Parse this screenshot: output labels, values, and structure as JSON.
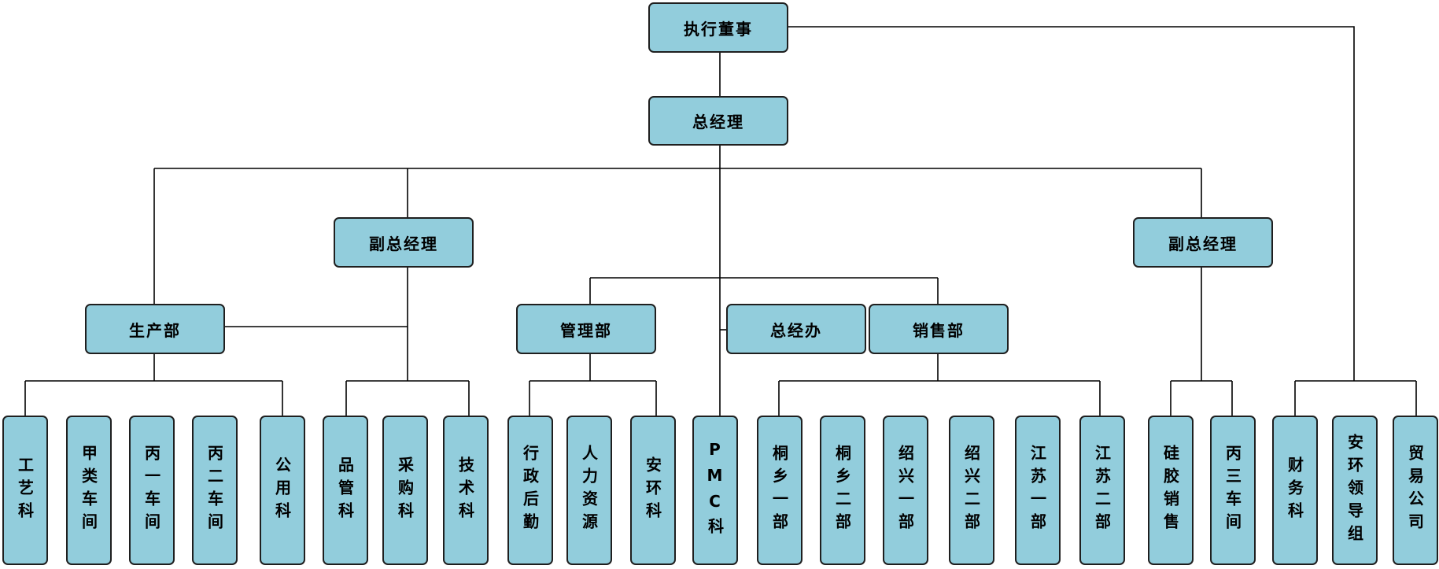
{
  "nodes": {
    "exec_director": "执行董事",
    "general_manager": "总经理",
    "deputy_gm_left": "副总经理",
    "deputy_gm_right": "副总经理",
    "production_dept": "生产部",
    "management_dept": "管理部",
    "gm_office": "总经办",
    "sales_dept": "销售部",
    "process_section": "工艺科",
    "workshop_a": "甲类车间",
    "workshop_c1": "丙一车间",
    "workshop_c2": "丙二车间",
    "utilities_section": "公用科",
    "quality_section": "品管科",
    "purchasing_section": "采购科",
    "technical_section": "技术科",
    "admin_logistics": "行政后勤",
    "human_resources": "人力资源",
    "safety_env": "安环科",
    "pmc_section": "PMC科",
    "tongxiang_1": "桐乡一部",
    "tongxiang_2": "桐乡二部",
    "shaoxing_1": "绍兴一部",
    "shaoxing_2": "绍兴二部",
    "jiangsu_1": "江苏一部",
    "jiangsu_2": "江苏二部",
    "silica_sales": "硅胶销售",
    "workshop_c3": "丙三车间",
    "finance_section": "财务科",
    "safety_env_leadership": "安环领导组",
    "trading_company": "贸易公司"
  },
  "colors": {
    "box_fill": "#92CDDC",
    "box_border": "#1f1f1f",
    "line": "#000000"
  }
}
